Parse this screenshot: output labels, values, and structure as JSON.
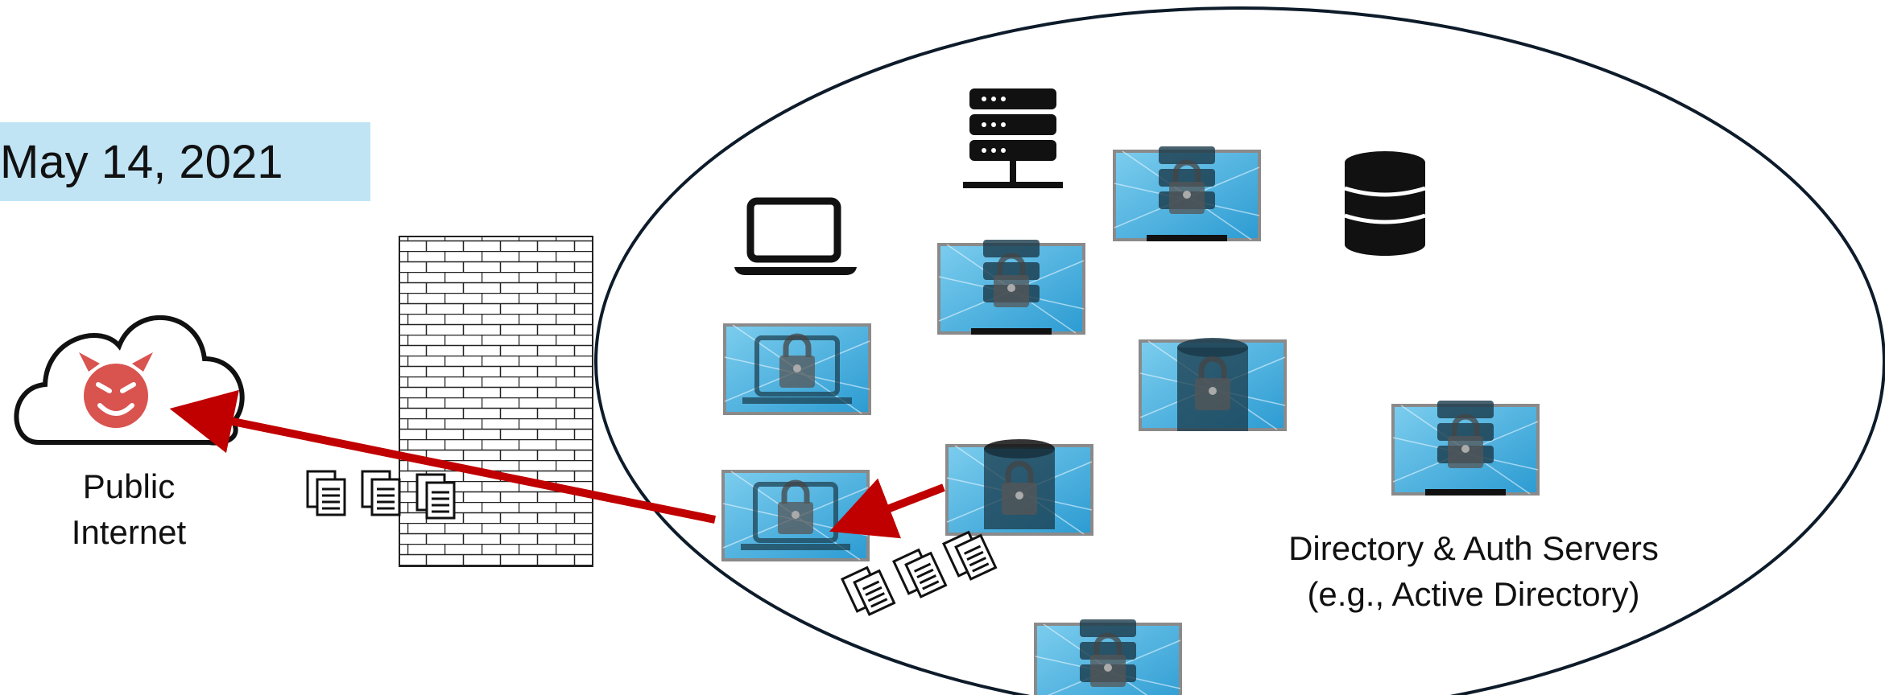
{
  "date": "May 14, 2021",
  "internet": {
    "line1": "Public",
    "line2": "Internet"
  },
  "directory": {
    "line1": "Directory & Auth Servers",
    "line2": "(e.g., Active Directory)"
  },
  "colors": {
    "date_bg": "#c1e4f5",
    "attack_arrow": "#c00000",
    "devil": "#d9534f",
    "ransom_screen": "#4fb6e3",
    "network_outline": "#0d1b2a"
  },
  "icons": [
    "cloud-icon",
    "devil-face-icon",
    "firewall-brick-icon",
    "laptop-icon",
    "server-rack-icon",
    "database-icon",
    "ransomware-lock-screen-icon",
    "document-stack-icon"
  ]
}
